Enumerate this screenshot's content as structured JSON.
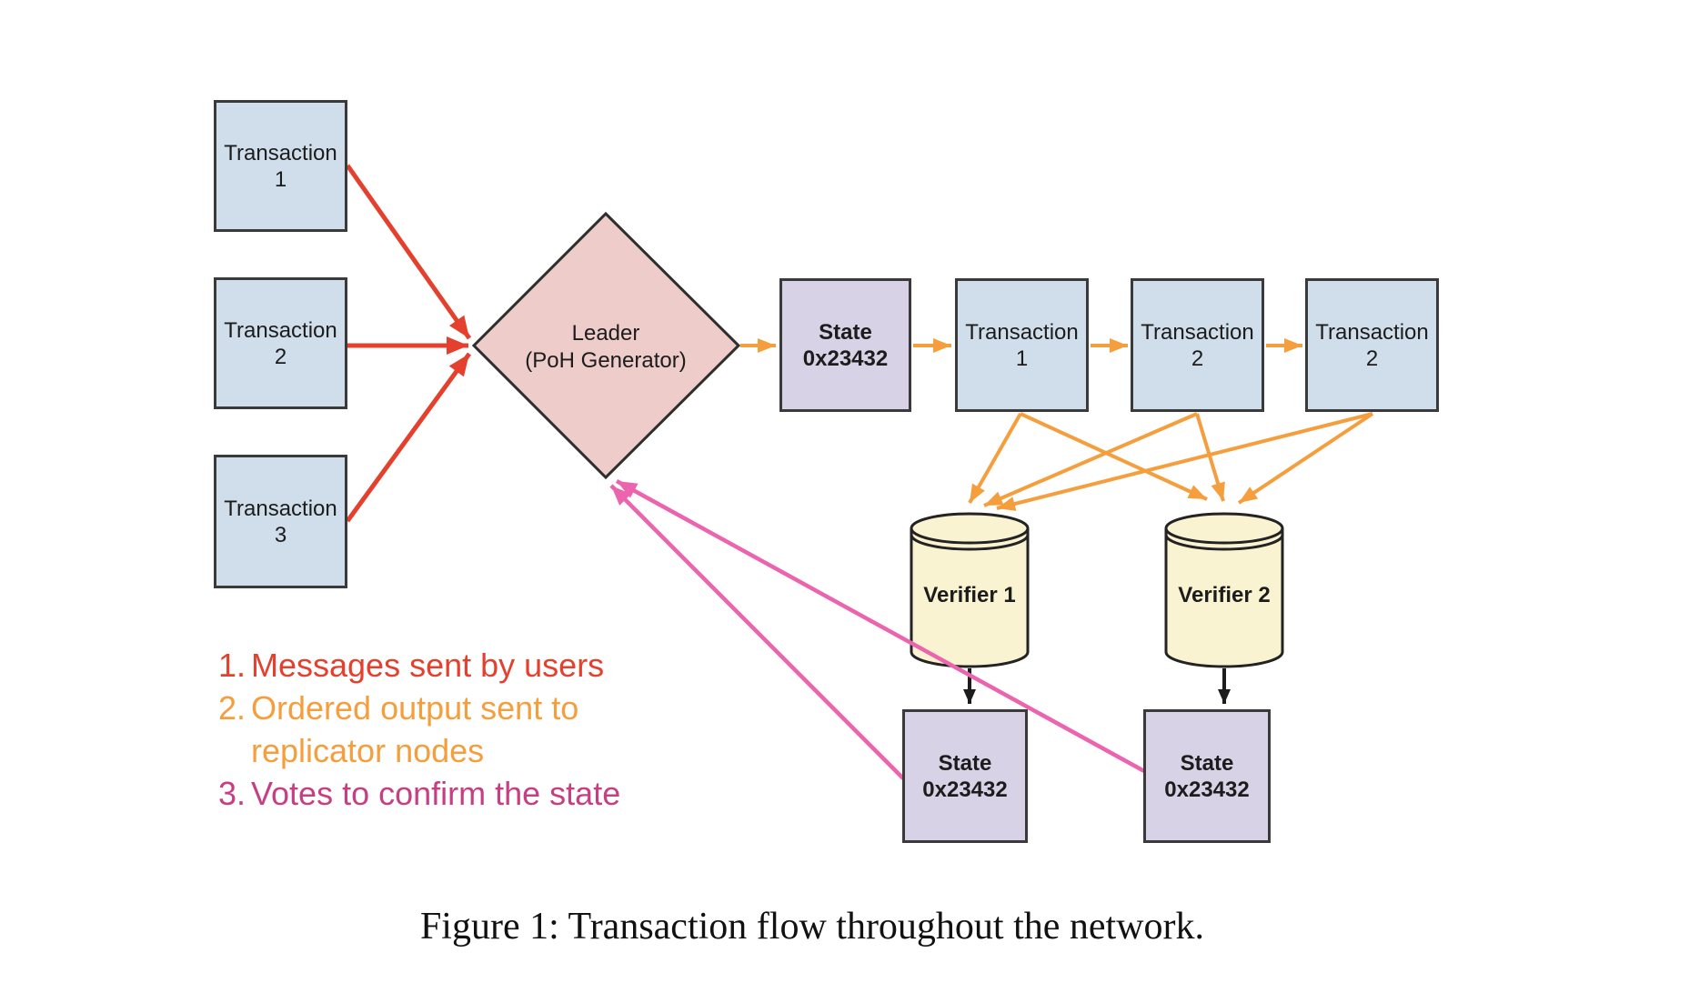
{
  "figure": {
    "caption": "Figure 1: Transaction flow throughout the network."
  },
  "diagram": {
    "user_transactions": [
      {
        "label": "Transaction\n1"
      },
      {
        "label": "Transaction\n2"
      },
      {
        "label": "Transaction\n3"
      }
    ],
    "leader": {
      "label": "Leader\n(PoH Generator)"
    },
    "generated_state": {
      "label": "State\n0x23432"
    },
    "ordered_transactions": [
      {
        "label": "Transaction\n1"
      },
      {
        "label": "Transaction\n2"
      },
      {
        "label": "Transaction\n2"
      }
    ],
    "verifiers": [
      {
        "label": "Verifier 1"
      },
      {
        "label": "Verifier 2"
      }
    ],
    "verifier_states": [
      {
        "label": "State\n0x23432"
      },
      {
        "label": "State\n0x23432"
      }
    ]
  },
  "legend": {
    "items": [
      {
        "number": "1.",
        "text": "Messages sent by users",
        "color": "#e5402d"
      },
      {
        "number": "2.",
        "text": "Ordered output sent to replicator nodes",
        "color": "#f59e3d"
      },
      {
        "number": "3.",
        "text": "Votes to confirm the state",
        "color": "#c53f82"
      }
    ]
  },
  "colors": {
    "red_arrow": "#e5402d",
    "orange_arrow": "#f59e3d",
    "pink_arrow": "#ec63ae",
    "black_arrow": "#1c1c1c",
    "transaction_fill": "#cfdeea",
    "leader_fill": "#edccca",
    "state_fill": "#d8d2e6",
    "verifier_fill": "#faf3d2",
    "node_border": "#3a3a3a",
    "background": "#ffffff"
  }
}
